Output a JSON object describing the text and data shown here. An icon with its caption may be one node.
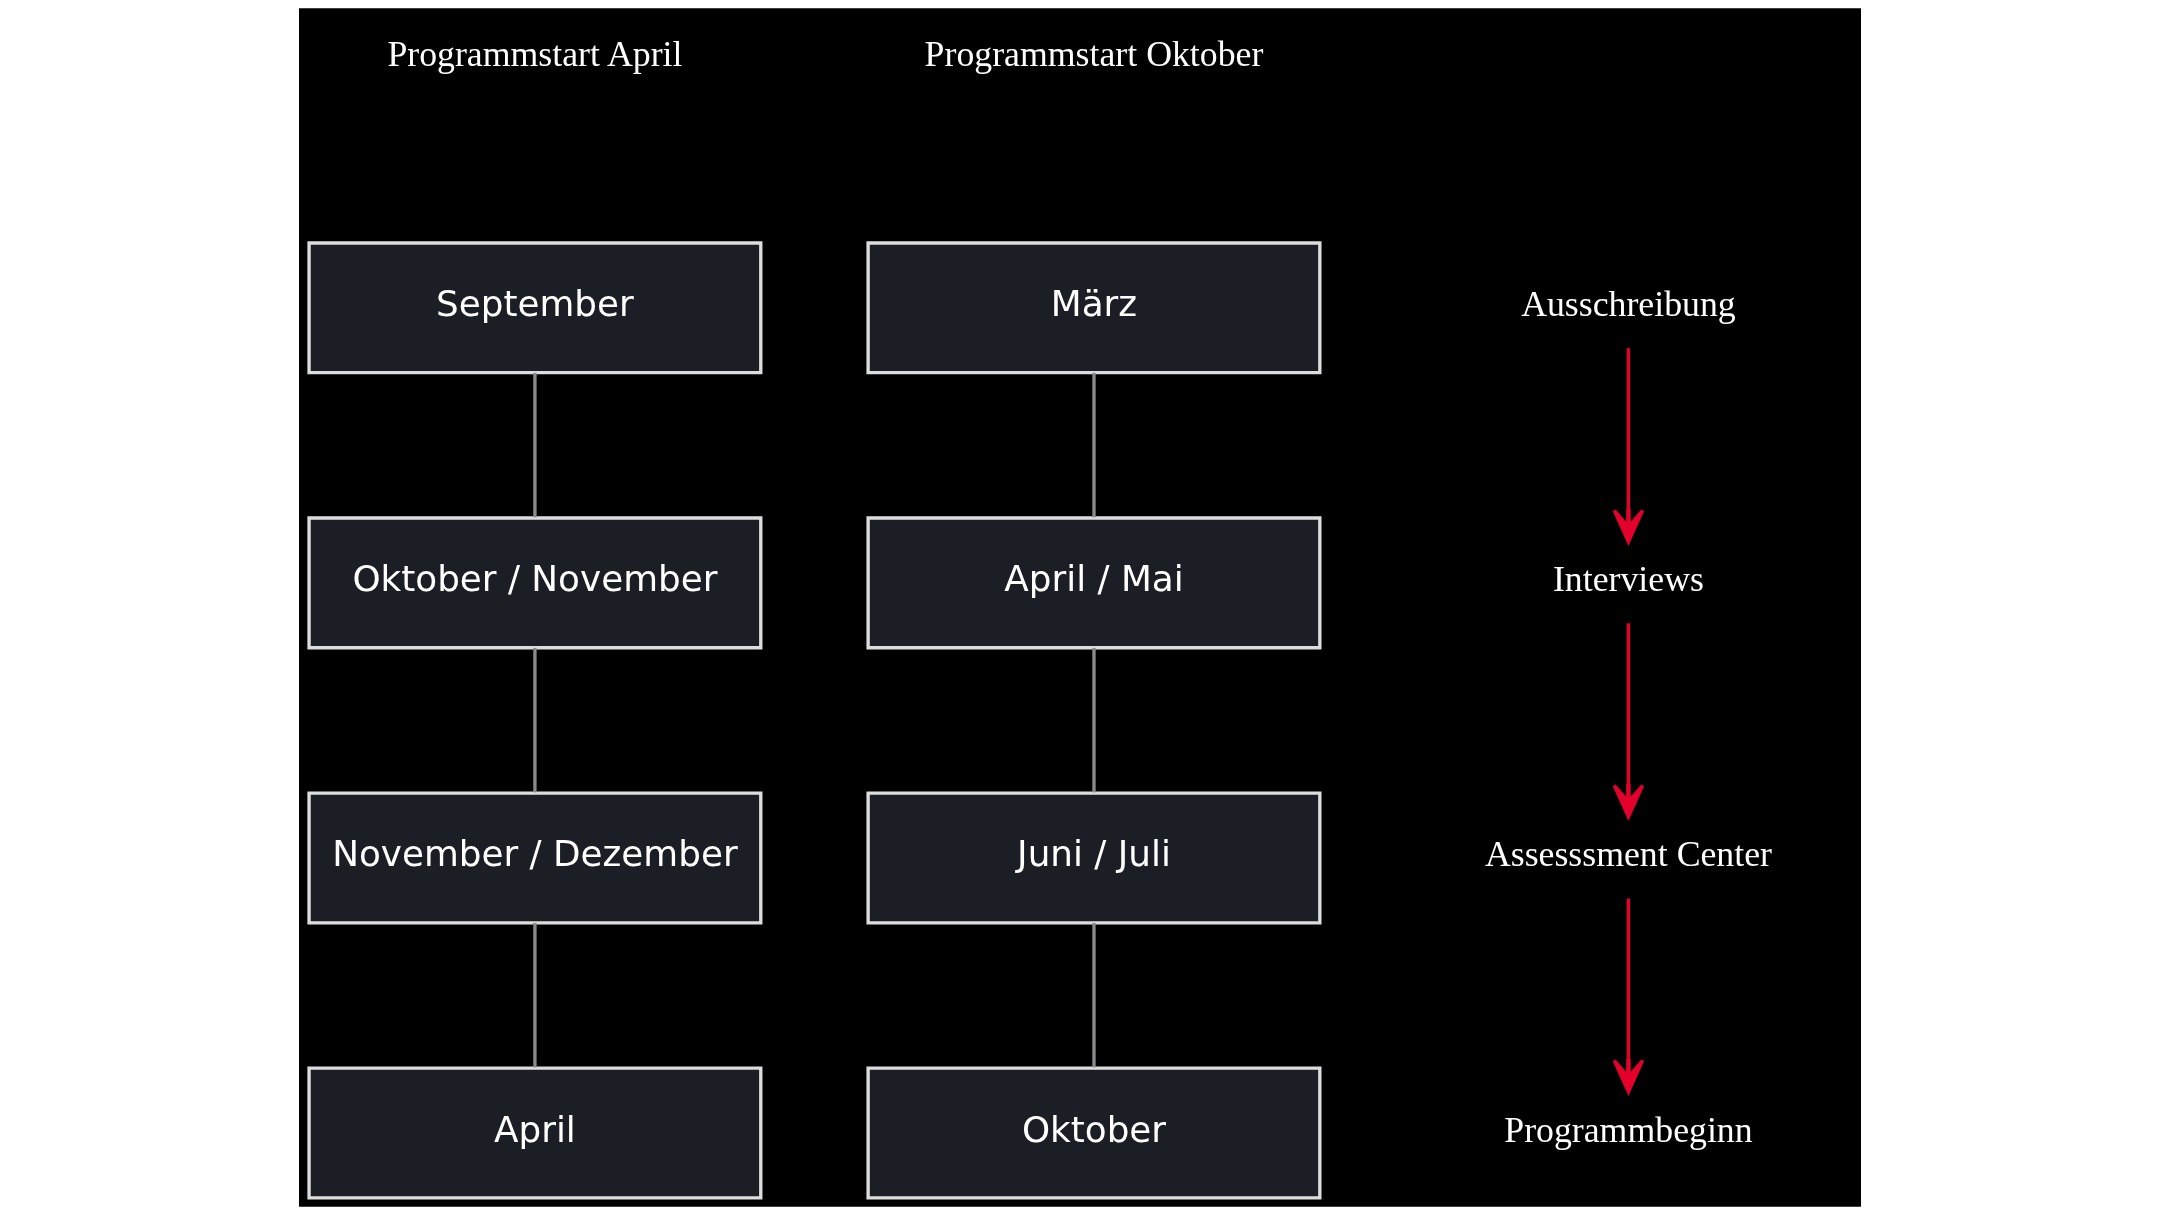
{
  "diagram": {
    "nodes": [
      {
        "text": [
          "Ausschreibung"
        ]
      },
      {
        "text": [
          "Interviews"
        ]
      },
      {
        "text": [
          "Assesssment Center"
        ]
      },
      {
        "text": [
          "Programmbeginn"
        ]
      },
      {
        "text": [
          "September"
        ]
      },
      {
        "text": [
          "Oktober / November"
        ]
      },
      {
        "text": [
          "November / Dezember"
        ]
      },
      {
        "text": [
          "April"
        ]
      },
      {
        "text": [
          "März"
        ]
      },
      {
        "text": [
          "April / Mai"
        ]
      },
      {
        "text": [
          "Juni / Juli"
        ]
      },
      {
        "text": [
          "Oktober"
        ]
      }
    ],
    "edges": [
      {
        "from": 0,
        "to": 1,
        "arrow": "to",
        "color": "#e4002b"
      },
      {
        "from": 1,
        "to": 2,
        "arrow": "to",
        "color": "#e4002b"
      },
      {
        "from": 2,
        "to": 3,
        "arrow": "to",
        "color": "#e4002b"
      },
      {
        "from": 4,
        "to": 5,
        "arrow": "none"
      },
      {
        "from": 5,
        "to": 6,
        "arrow": "none"
      },
      {
        "from": 6,
        "to": 7,
        "arrow": "none"
      },
      {
        "from": 8,
        "to": 9,
        "arrow": "none"
      },
      {
        "from": 9,
        "to": 10,
        "arrow": "none"
      },
      {
        "from": 10,
        "to": 11,
        "arrow": "none"
      }
    ],
    "labels": [
      "Programmstart April",
      "Programmstart Oktober"
    ]
  }
}
